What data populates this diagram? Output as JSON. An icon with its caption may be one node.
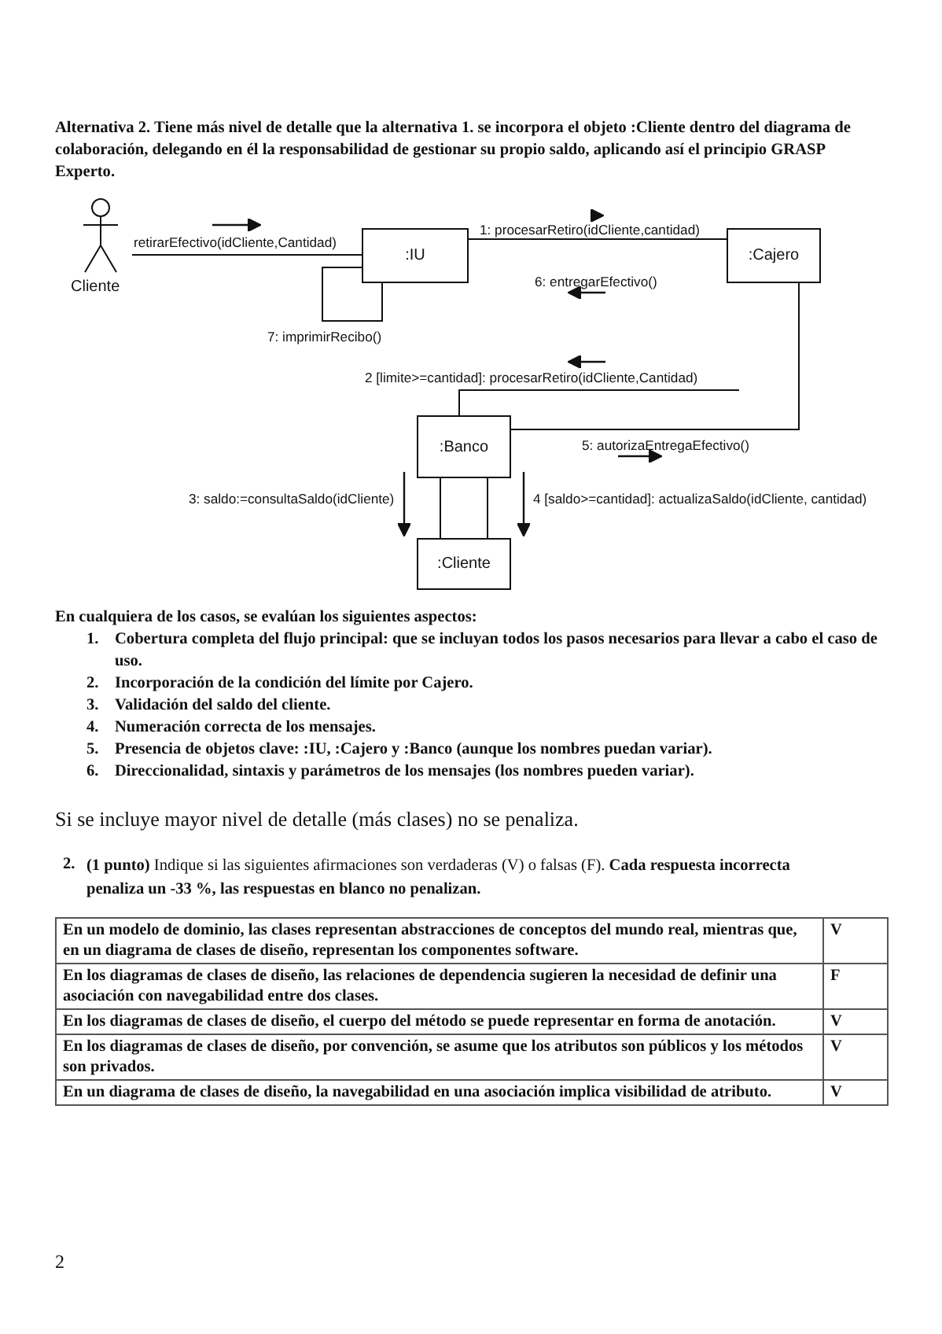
{
  "diagram": {
    "nodes": [
      {
        "text": [
          "Cliente"
        ]
      },
      {
        "text": [
          ":IU"
        ]
      },
      {
        "text": [
          ":Cajero"
        ]
      },
      {
        "text": [
          ":Banco"
        ]
      },
      {
        "text": [
          ":Cliente"
        ]
      }
    ],
    "edges": [
      {
        "from": 0,
        "to": 1,
        "arrow": "none"
      },
      {
        "from": 1,
        "to": 2,
        "arrow": "none"
      },
      {
        "from": 1,
        "to": 1,
        "arrow": "none"
      },
      {
        "from": 2,
        "to": 3,
        "arrow": "none"
      },
      {
        "from": 3,
        "to": null,
        "arrow": "none"
      },
      {
        "from": 3,
        "to": 4,
        "arrow": "none"
      },
      {
        "from": 3,
        "to": 4,
        "arrow": "none"
      }
    ],
    "labels": [
      "Alternativa 2. Tiene más nivel de detalle que la alternativa 1. se incorpora el objeto :Cliente dentro del diagrama de colaboración, delegando en él la responsabilidad de gestionar su propio saldo, aplicando así el principio GRASP Experto.",
      "retirarEfectivo(idCliente,Cantidad)",
      "1: procesarRetiro(idCliente,cantidad)",
      "6: entregarEfectivo()",
      "7: imprimirRecibo()",
      "2 [limite>=cantidad]: procesarRetiro(idCliente,Cantidad)",
      "5: autorizaEntregaEfectivo()",
      "3: saldo:=consultaSaldo(idCliente)",
      "4 [saldo>=cantidad]: actualizaSaldo(idCliente, cantidad)",
      "En cualquiera de los casos, se evalúan los siguientes aspectos:",
      "1.",
      "Cobertura completa del flujo principal: que se incluyan todos los pasos necesarios para llevar a cabo el caso de uso.",
      "2.",
      "Incorporación de la condición del límite por Cajero.",
      "3.",
      "Validación del saldo del cliente.",
      "4.",
      "Numeración correcta de los mensajes.",
      "5.",
      "Presencia de objetos clave: :IU, :Cajero y :Banco (aunque los nombres puedan variar).",
      "6.",
      "Direccionalidad, sintaxis y parámetros de los mensajes (los nombres pueden variar).",
      "Si se incluye mayor nivel de detalle (más clases) no se penaliza.",
      "2.",
      "**(1 punto)** Indique si las siguientes afirmaciones son verdaderas (V) o falsas (F). **Cada respuesta incorrecta penaliza un -33 %, las respuestas en blanco no penalizan.**",
      "En un modelo de dominio, las clases representan abstracciones de conceptos del mundo real, mientras que, en un diagrama de clases de diseño, representan los componentes software.",
      "V",
      "En los diagramas de clases de diseño, las relaciones de dependencia sugieren la necesidad de definir una asociación con navegabilidad entre dos clases.",
      "F",
      "En los diagramas de clases de diseño, el cuerpo del método se puede representar en forma de anotación.",
      "V",
      "En los diagramas de clases de diseño, por convención, se asume que los atributos son públicos y los métodos son privados.",
      "V",
      "En un diagrama de clases de diseño, la navegabilidad en una asociación implica visibilidad de atributo.",
      "V",
      "2"
    ]
  }
}
